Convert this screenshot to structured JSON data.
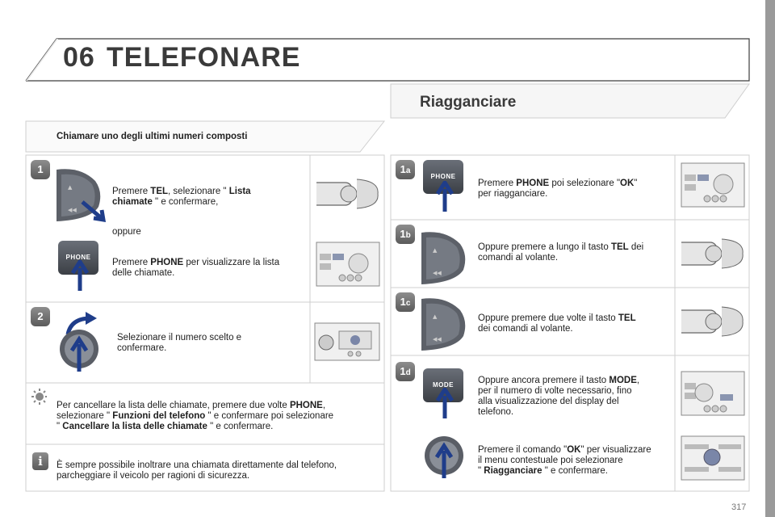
{
  "header": {
    "chapter_number": "06",
    "chapter_title": "TELEFONARE"
  },
  "left": {
    "subtitle": "Chiamare uno degli ultimi numeri composti",
    "step1": {
      "badge": "1",
      "line1_a": "Premere ",
      "line1_b": "TEL",
      "line1_c": ", selezionare \" ",
      "line1_d": "Lista",
      "line2_a": "chiamate",
      "line2_b": " \" e confermare,",
      "oppure": "oppure",
      "phone_key": "PHONE",
      "line3_a": "Premere ",
      "line3_b": "PHONE",
      "line3_c": " per visualizzare la lista",
      "line4": "delle chiamate."
    },
    "step2": {
      "badge": "2",
      "line1": "Selezionare il numero scelto e",
      "line2": "confermare."
    },
    "tip": {
      "line1_a": "Per cancellare la lista delle chiamate, premere due volte ",
      "line1_b": "PHONE",
      "line1_c": ",",
      "line2_a": "selezionare \" ",
      "line2_b": "Funzioni del telefono",
      "line2_c": " \" e confermare poi selezionare",
      "line3_a": "\" ",
      "line3_b": "Cancellare la lista delle chiamate",
      "line3_c": " \" e confermare."
    },
    "info": {
      "line1": "È sempre possibile inoltrare una chiamata direttamente dal telefono,",
      "line2": "parcheggiare il veicolo per ragioni di sicurezza."
    }
  },
  "right": {
    "title": "Riagganciare",
    "s1a": {
      "badge_num": "1",
      "badge_sub": "a",
      "phone_key": "PHONE",
      "line1_a": "Premere ",
      "line1_b": "PHONE",
      "line1_c": " poi selezionare \"",
      "line1_d": "OK",
      "line1_e": "\"",
      "line2": "per riagganciare."
    },
    "s1b": {
      "badge_num": "1",
      "badge_sub": "b",
      "line1_a": "Oppure premere a lungo il tasto ",
      "line1_b": "TEL",
      "line1_c": " dei",
      "line2": "comandi al volante."
    },
    "s1c": {
      "badge_num": "1",
      "badge_sub": "c",
      "line1_a": "Oppure premere due volte il tasto ",
      "line1_b": "TEL",
      "line2": "dei comandi al volante."
    },
    "s1d": {
      "badge_num": "1",
      "badge_sub": "d",
      "mode_key": "MODE",
      "line1_a": "Oppure ancora premere il tasto ",
      "line1_b": "MODE",
      "line1_c": ",",
      "line2": "per il numero di volte necessario, fino",
      "line3": "alla visualizzazione del display del",
      "line4": "telefono.",
      "line5_a": "Premere il comando \"",
      "line5_b": "OK",
      "line5_c": "\" per visualizzare",
      "line6": "il menu contestuale poi selezionare",
      "line7_a": "\" ",
      "line7_b": "Riagganciare",
      "line7_c": " \" e confermare."
    }
  },
  "footer": {
    "page_number": "317"
  },
  "colors": {
    "arrow_blue": "#1f3d8a",
    "key_dark": "#4a4f57",
    "frame_gray": "#cfcfcf"
  }
}
